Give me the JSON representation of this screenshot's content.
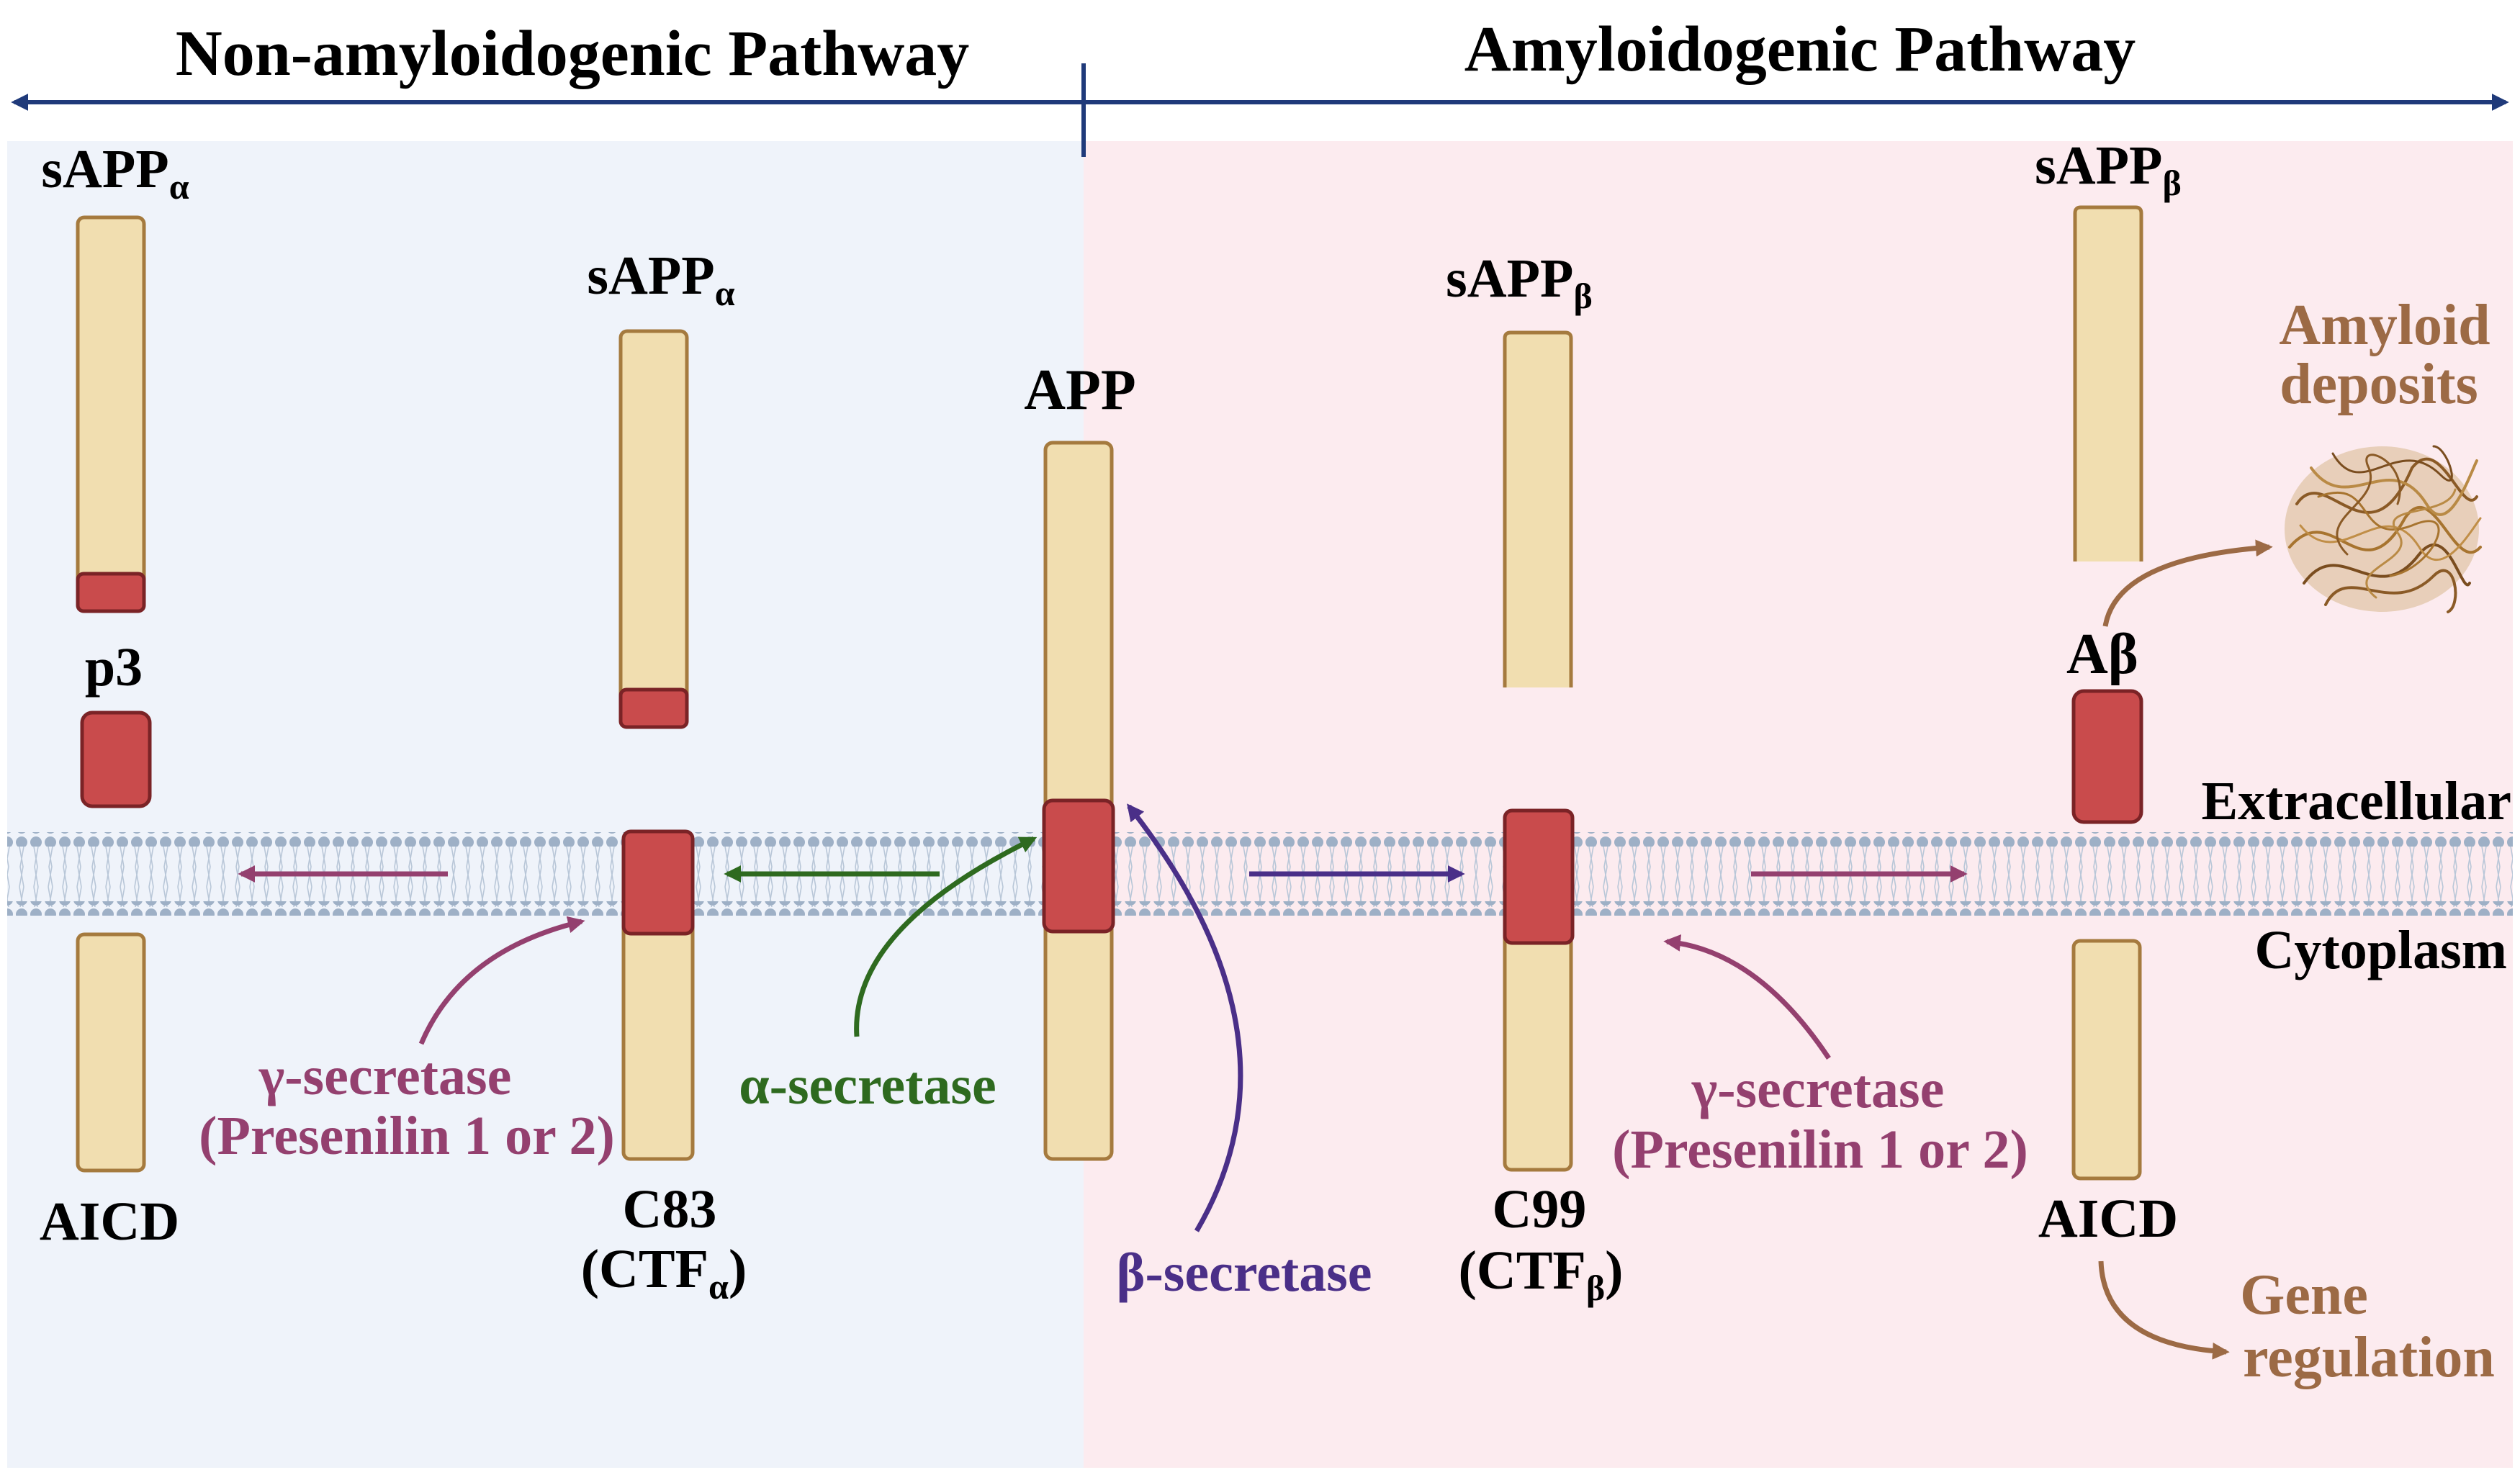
{
  "header": {
    "left_title": "Non-amyloidogenic Pathway",
    "right_title": "Amyloidogenic Pathway"
  },
  "colors": {
    "left_bg": "#eff3fa",
    "right_bg": "#fcebef",
    "header_arrow": "#1f3a7a",
    "protein_fill": "#f1deb0",
    "protein_stroke": "#a57a3e",
    "domain_fill": "#c94b4c",
    "domain_stroke": "#7a2326",
    "membrane": "#9eb0c6",
    "gamma": "#94406f",
    "alpha": "#2e6a1f",
    "beta": "#4a2f88",
    "brown": "#9c6a45"
  },
  "labels": {
    "sapp_alpha_left": {
      "main": "sAPP",
      "sub": "α"
    },
    "sapp_alpha_mid": {
      "main": "sAPP",
      "sub": "α"
    },
    "p3": "p3",
    "aicd_left": "AICD",
    "c83": "C83",
    "ctf_alpha": {
      "main": "(CTF",
      "sub": "α",
      "close": ")"
    },
    "app": "APP",
    "sapp_beta_mid": {
      "main": "sAPP",
      "sub": "β"
    },
    "sapp_beta_right": {
      "main": "sAPP",
      "sub": "β"
    },
    "c99": "C99",
    "ctf_beta": {
      "main": "(CTF",
      "sub": "β",
      "close": ")"
    },
    "abeta": "Aβ",
    "aicd_right": "AICD",
    "extracellular": "Extracellular",
    "cytoplasm": "Cytoplasm",
    "amyloid_line1": "Amyloid",
    "amyloid_line2": "deposits",
    "gene_line1": "Gene",
    "gene_line2": "regulation"
  },
  "enzymes": {
    "gamma_left": {
      "name": "γ-secretase",
      "detail": "(Presenilin 1 or 2)"
    },
    "alpha": {
      "name": "α-secretase"
    },
    "beta": {
      "name": "β-secretase"
    },
    "gamma_right": {
      "name": "γ-secretase",
      "detail": "(Presenilin 1 or 2)"
    }
  }
}
